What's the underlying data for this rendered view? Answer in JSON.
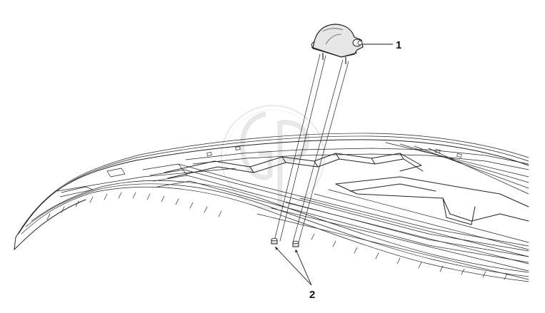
{
  "diagram": {
    "callouts": [
      {
        "id": "1",
        "label": "1"
      },
      {
        "id": "2",
        "label": "2"
      }
    ],
    "colors": {
      "line": "#222222",
      "part_fill": "#e6e6e6",
      "watermark": "#d9d9d9",
      "background": "#ffffff"
    }
  }
}
